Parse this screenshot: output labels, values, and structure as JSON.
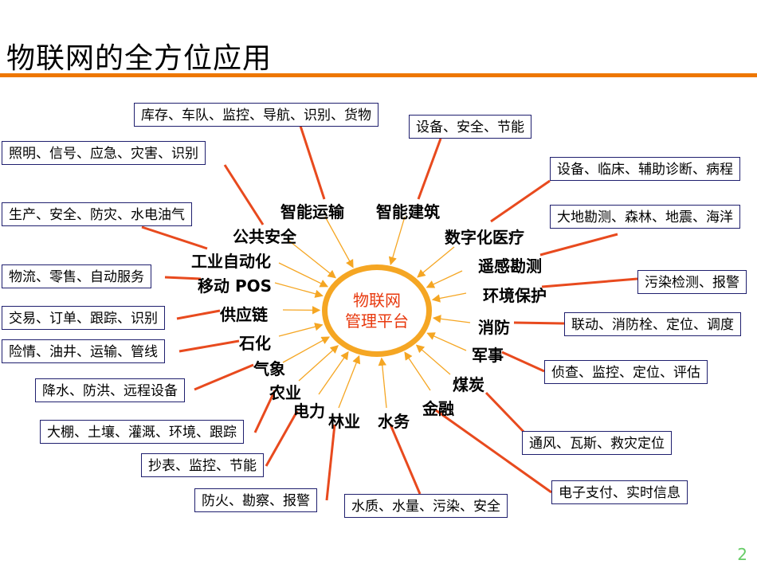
{
  "title": "物联网的全方位应用",
  "hub": {
    "line1": "物联网",
    "line2": "管理平台"
  },
  "page_number": "2",
  "colors": {
    "accent": "#ee7700",
    "hub_ring": "#f5a623",
    "hub_text": "#e8390e",
    "arrow": "#f5a623",
    "connector": "#e84a1e",
    "box_border": "#1f1f6e"
  },
  "nodes": [
    {
      "label": "智能运输",
      "box": "库存、车队、监控、导航、识别、货物"
    },
    {
      "label": "智能建筑",
      "box": "设备、安全、节能"
    },
    {
      "label": "公共安全",
      "box": "照明、信号、应急、灾害、识别"
    },
    {
      "label": "工业自动化",
      "box": "生产、安全、防灾、水电油气"
    },
    {
      "label": "移动 POS",
      "box": "物流、零售、自动服务"
    },
    {
      "label": "供应链",
      "box": "交易、订单、跟踪、识别"
    },
    {
      "label": "石化",
      "box": "险情、油井、运输、管线"
    },
    {
      "label": "气象",
      "box": "降水、防洪、远程设备"
    },
    {
      "label": "农业",
      "box": "大棚、土壤、灌溉、环境、跟踪"
    },
    {
      "label": "电力",
      "box": "抄表、监控、节能"
    },
    {
      "label": "林业",
      "box": "防火、勘察、报警"
    },
    {
      "label": "水务",
      "box": "水质、水量、污染、安全"
    },
    {
      "label": "金融",
      "box": "电子支付、实时信息"
    },
    {
      "label": "煤炭",
      "box": "通风、瓦斯、救灾定位"
    },
    {
      "label": "军事",
      "box": "侦查、监控、定位、评估"
    },
    {
      "label": "消防",
      "box": "联动、消防栓、定位、调度"
    },
    {
      "label": "环境保护",
      "box": "污染检测、报警"
    },
    {
      "label": "遥感勘测",
      "box": "大地勘测、森林、地震、海洋"
    },
    {
      "label": "数字化医疗",
      "box": "设备、临床、辅助诊断、病程"
    }
  ]
}
